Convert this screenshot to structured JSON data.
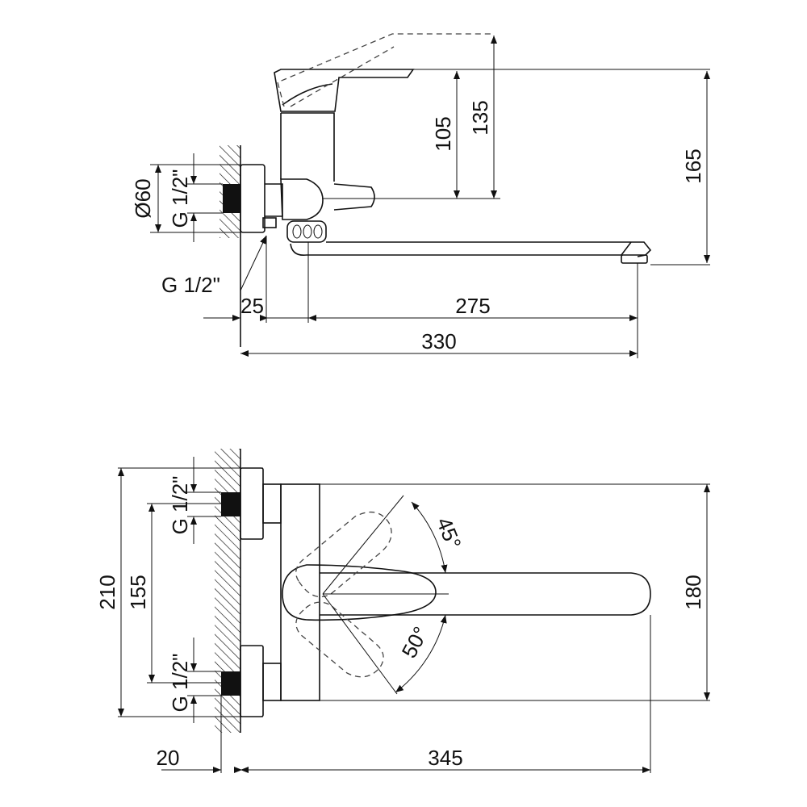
{
  "side_view": {
    "thread_label_upper": "G 1/2\"",
    "diameter_label": "Ø60",
    "thread_label_lower": "G 1/2\"",
    "dim_height_105": "105",
    "dim_height_135": "135",
    "dim_height_165": "165",
    "dim_offset_25": "25",
    "dim_spout_275": "275",
    "dim_total_330": "330"
  },
  "top_view": {
    "thread_label_top": "G 1/2\"",
    "thread_label_bottom": "G 1/2\"",
    "dim_height_210": "210",
    "dim_height_155": "155",
    "dim_height_180": "180",
    "dim_wall_20": "20",
    "dim_reach_345": "345",
    "angle_45": "45°",
    "angle_50": "50°"
  }
}
